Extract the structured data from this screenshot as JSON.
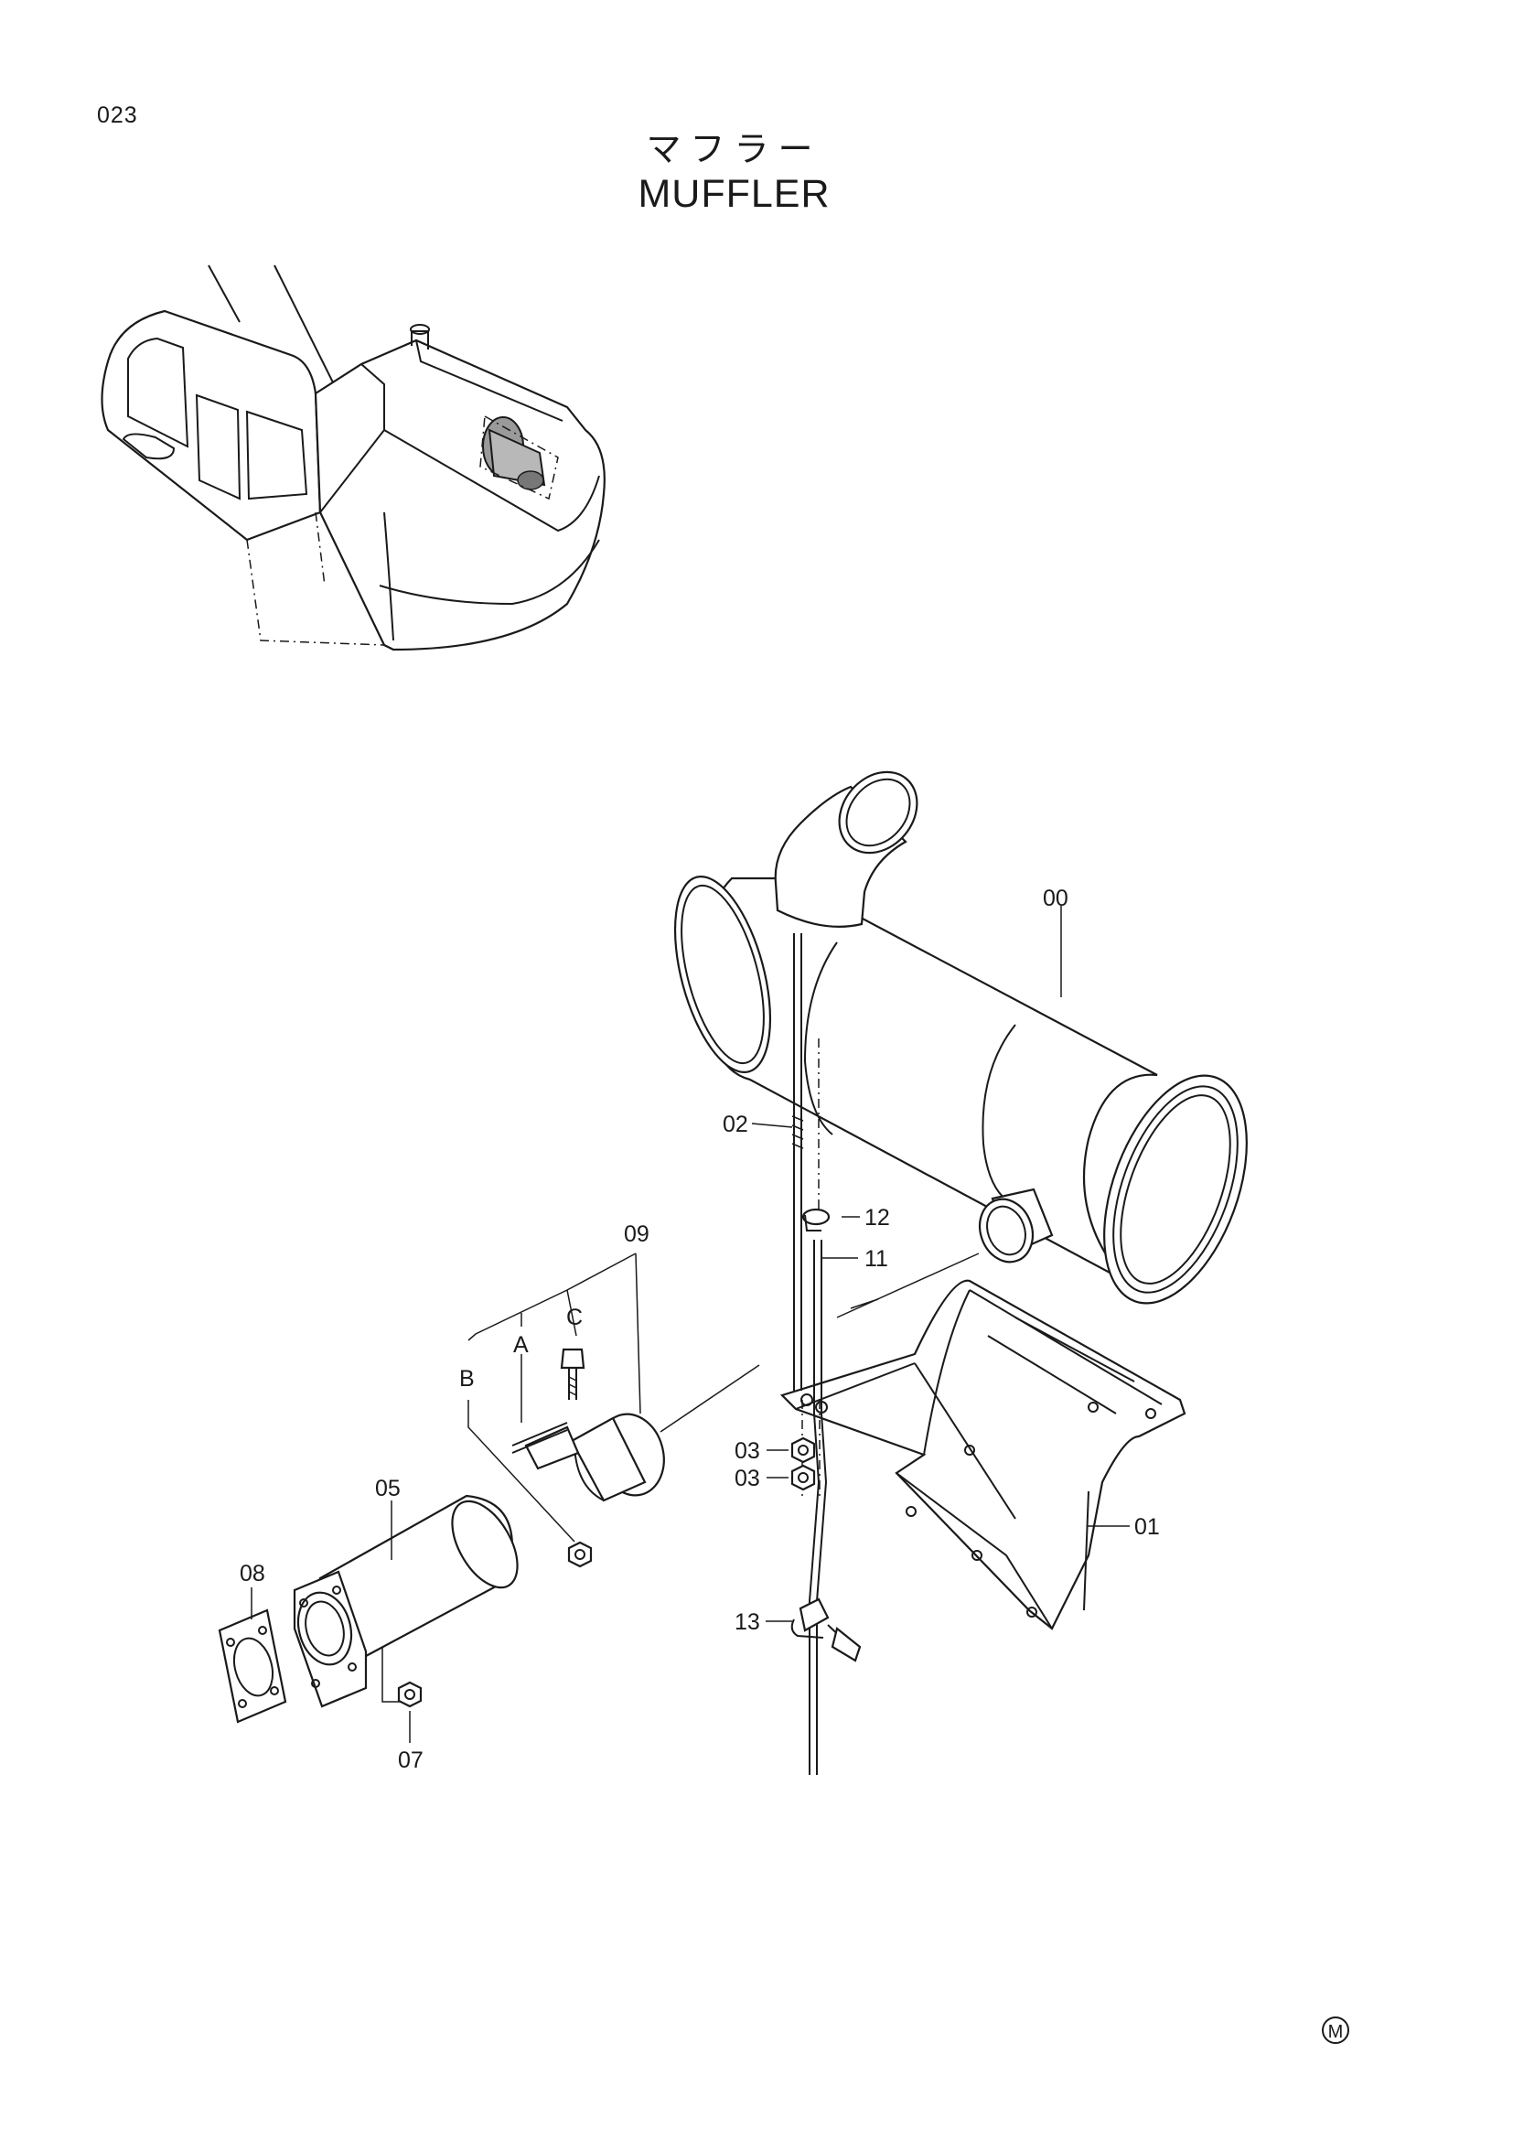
{
  "page": {
    "number": "023"
  },
  "title": {
    "japanese": "マフラー",
    "english": "MUFFLER"
  },
  "callouts": {
    "c00": "00",
    "c01": "01",
    "c02": "02",
    "c03a": "03",
    "c03b": "03",
    "c05": "05",
    "c07": "07",
    "c08": "08",
    "c09": "09",
    "c11": "11",
    "c12": "12",
    "c13": "13",
    "cA": "A",
    "cB": "B",
    "cC": "C"
  },
  "mark": {
    "text": "M"
  },
  "icons": {
    "overview": "excavator-overview-icon",
    "muffler": "muffler-icon",
    "bracket": "muffler-bracket-icon"
  }
}
